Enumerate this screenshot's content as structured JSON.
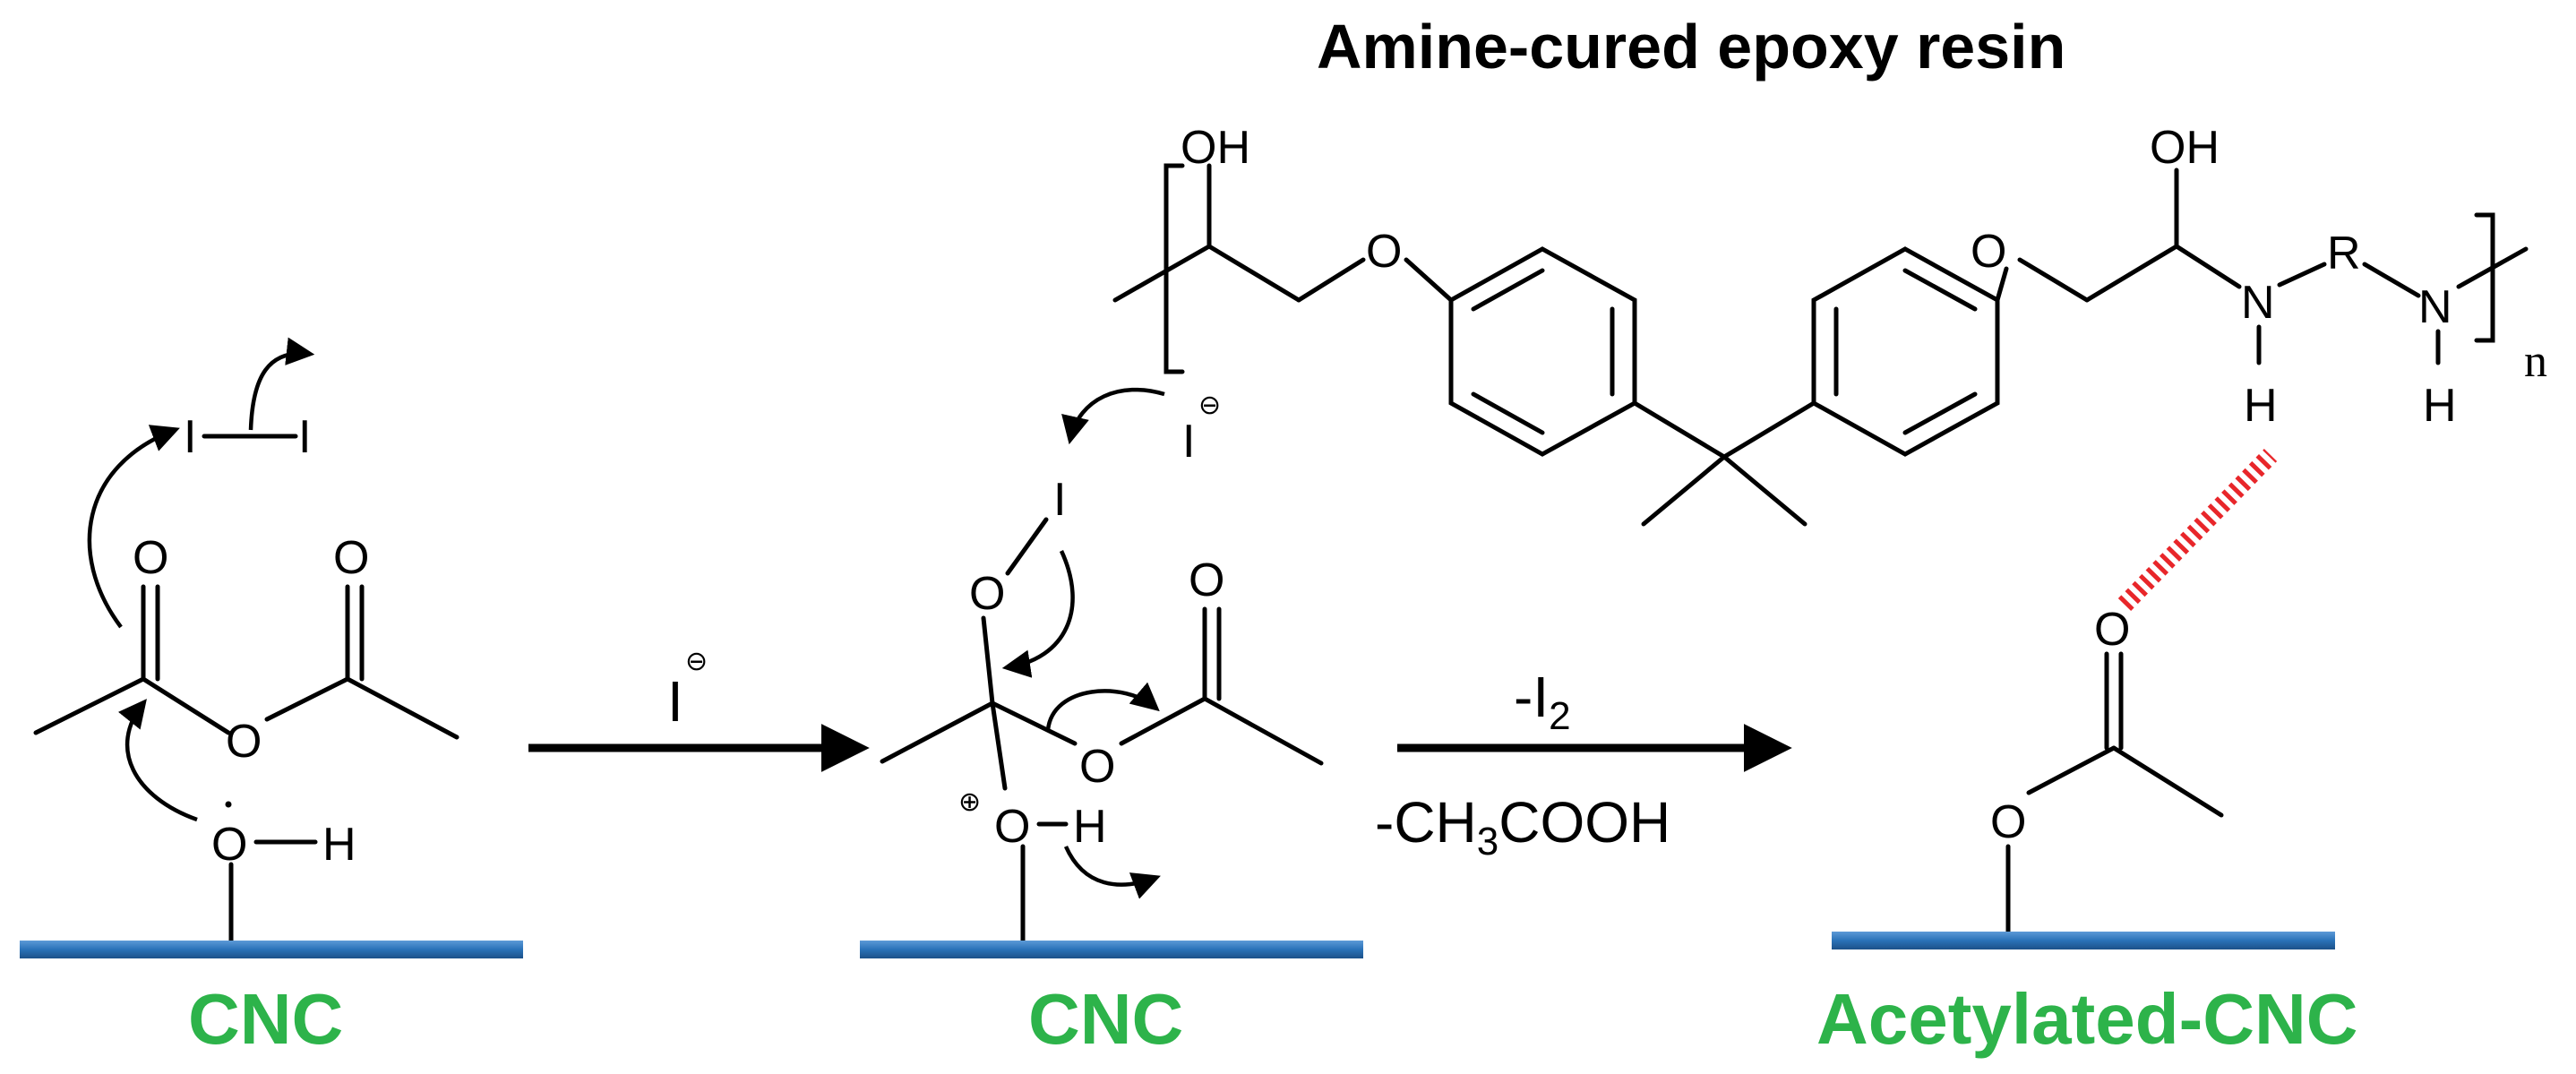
{
  "title": "Amine-cured epoxy resin",
  "labels": {
    "cnc_1": "CNC",
    "cnc_2": "CNC",
    "cnc_3": "Acetylated-CNC"
  },
  "atoms": {
    "oxygen": "O",
    "hydrogen": "H",
    "iodine": "I",
    "nitrogen": "N",
    "r_group": "R",
    "hydroxyl": "OH",
    "repeat_n": "n",
    "minus": "⊖",
    "plus": "⊕"
  },
  "conditions": {
    "step1_reagent": "I",
    "step2_top_prefix": "-I",
    "step2_top_sub": "2",
    "step2_bottom_prefix": "-CH",
    "step2_bottom_sub": "3",
    "step2_bottom_suffix": "COOH"
  },
  "colors": {
    "surface": "#2a72b8",
    "label": "#2db34a",
    "hbond": "#e8262a"
  }
}
